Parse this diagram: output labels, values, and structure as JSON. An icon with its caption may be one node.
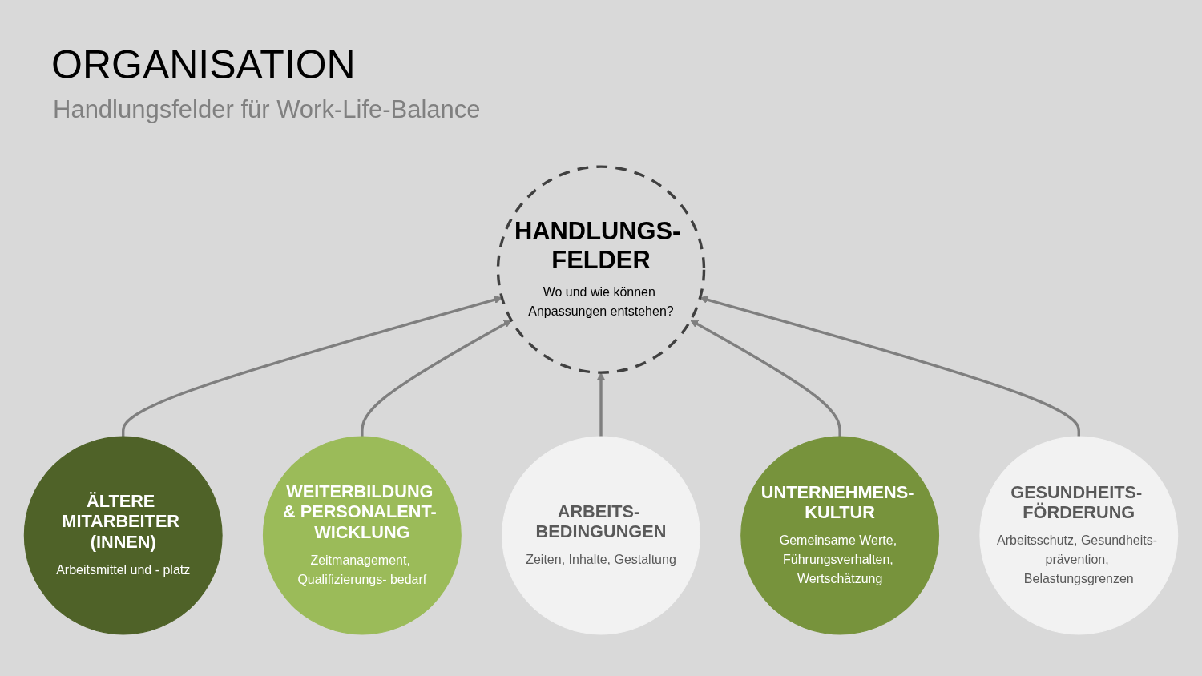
{
  "diagram": {
    "title": "ORGANISATION",
    "nodes": [
      {
        "text": [
          "ÄLTERE MITARBEITER (INNEN)",
          "Arbeitsmittel und - platz"
        ]
      },
      {
        "text": [
          "HANDLUNGS- FELDER",
          "Wo und wie können Anpassungen entstehen?"
        ]
      },
      {
        "text": [
          "WEITERBILDUNG & PERSONALENT- WICKLUNG",
          "Zeitmanagement, Qualifizierungs- bedarf"
        ]
      },
      {
        "text": [
          "ARBEITS- BEDINGUNGEN",
          "Zeiten, Inhalte, Gestaltung"
        ]
      },
      {
        "text": [
          "UNTERNEHMENS- KULTUR",
          "Gemeinsame Werte, Führungsverhalten, Wertschätzung"
        ]
      },
      {
        "text": [
          "GESUNDHEITS- FÖRDERUNG",
          "Arbeitsschutz, Gesundheits- prävention, Belastungsgrenzen"
        ]
      }
    ],
    "edges": [
      {
        "from": 0,
        "to": 1,
        "arrow": "to"
      },
      {
        "from": 2,
        "to": 1,
        "arrow": "to"
      },
      {
        "from": 3,
        "to": 1,
        "arrow": "to"
      },
      {
        "from": 4,
        "to": 1,
        "arrow": "to"
      },
      {
        "from": 5,
        "to": 1,
        "arrow": "to"
      }
    ],
    "labels": [
      "Handlungsfelder für Work-Life-Balance"
    ]
  }
}
